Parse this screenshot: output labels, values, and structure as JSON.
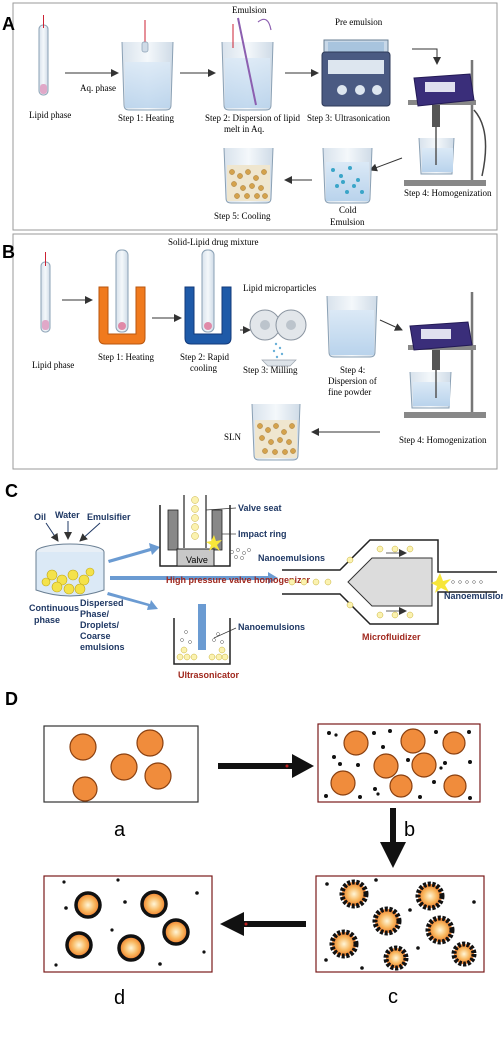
{
  "panelA": {
    "letter": "A",
    "lipid_phase": "Lipid phase",
    "aq_phase": "Aq. phase",
    "emulsion": "Emulsion",
    "pre_emulsion": "Pre emulsion",
    "step1": "Step 1: Heating",
    "step2_l1": "Step 2: Dispersion of lipid",
    "step2_l2": "melt in Aq.",
    "step3": "Step 3: Ultrasonication",
    "step4": "Step 4: Homogenization",
    "step5": "Step 5: Cooling",
    "cold1": "Cold",
    "cold2": "Emulsion"
  },
  "panelB": {
    "letter": "B",
    "title": "Solid-Lipid drug mixture",
    "lipid_phase": "Lipid phase",
    "step1": "Step 1: Heating",
    "step2_l1": "Step 2: Rapid",
    "step2_l2": "cooling",
    "lipid_micro": "Lipid microparticles",
    "step3": "Step 3: Milling",
    "step4_l1": "Step 4:",
    "step4_l2": "Dispersion of",
    "step4_l3": "fine powder",
    "step4_hom": "Step 4: Homogenization",
    "sln": "SLN"
  },
  "panelC": {
    "letter": "C",
    "oil": "Oil",
    "water": "Water",
    "emulsifier": "Emulsifier",
    "continuous1": "Continuous",
    "continuous2": "phase",
    "dispersed1": "Dispersed",
    "dispersed2": "Phase/",
    "dispersed3": "Droplets/",
    "dispersed4": "Coarse",
    "dispersed5": "emulsions",
    "valve_seat": "Valve seat",
    "impact_ring": "Impact ring",
    "valve": "Valve",
    "nano_top": "Nanoemulsions",
    "hpvh": "High pressure valve homogenizer",
    "nano_right": "Nanoemulsions",
    "microfluidizer": "Microfluidizer",
    "nano_bottom": "Nanoemulsions",
    "ultrasonicator": "Ultrasonicator"
  },
  "panelD": {
    "letter": "D",
    "a": "a",
    "b": "b",
    "c": "c",
    "d": "d"
  },
  "colors": {
    "orange": "#f08c3c",
    "dark_red": "#a0281e",
    "navy": "#1f3864",
    "blue_arrow": "#6b9bd2",
    "heater_orange": "#f07a1e",
    "cooler_blue": "#1e5aa8",
    "homogenizer": "#3a2e7a"
  }
}
